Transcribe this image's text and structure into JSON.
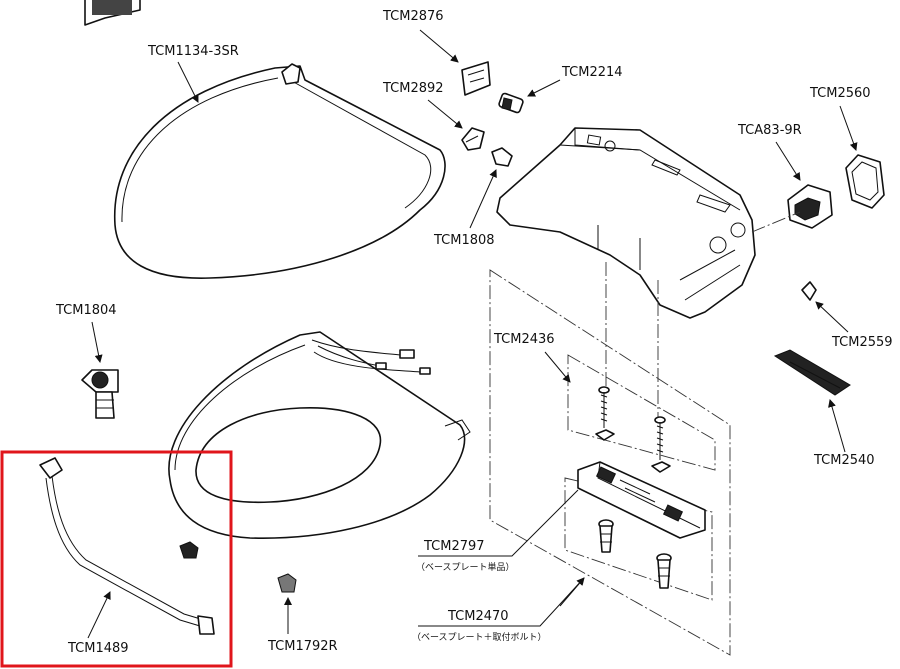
{
  "parts": {
    "tcm1134": "TCM1134-3SR",
    "tcm2876": "TCM2876",
    "tcm2214": "TCM2214",
    "tcm2892": "TCM2892",
    "tcm2560": "TCM2560",
    "tca839": "TCA83-9R",
    "tcm1808": "TCM1808",
    "tcm1804": "TCM1804",
    "tcm2559": "TCM2559",
    "tcm2436": "TCM2436",
    "tcm2540": "TCM2540",
    "tcm2797": "TCM2797",
    "tcm2797_note": "（ベースプレート単品）",
    "tcm2470": "TCM2470",
    "tcm2470_note": "（ベースプレート＋取付ボルト）",
    "tcm1489": "TCM1489",
    "tcm1792": "TCM1792R"
  },
  "colors": {
    "highlight": "#e0151b",
    "line": "#111111"
  }
}
